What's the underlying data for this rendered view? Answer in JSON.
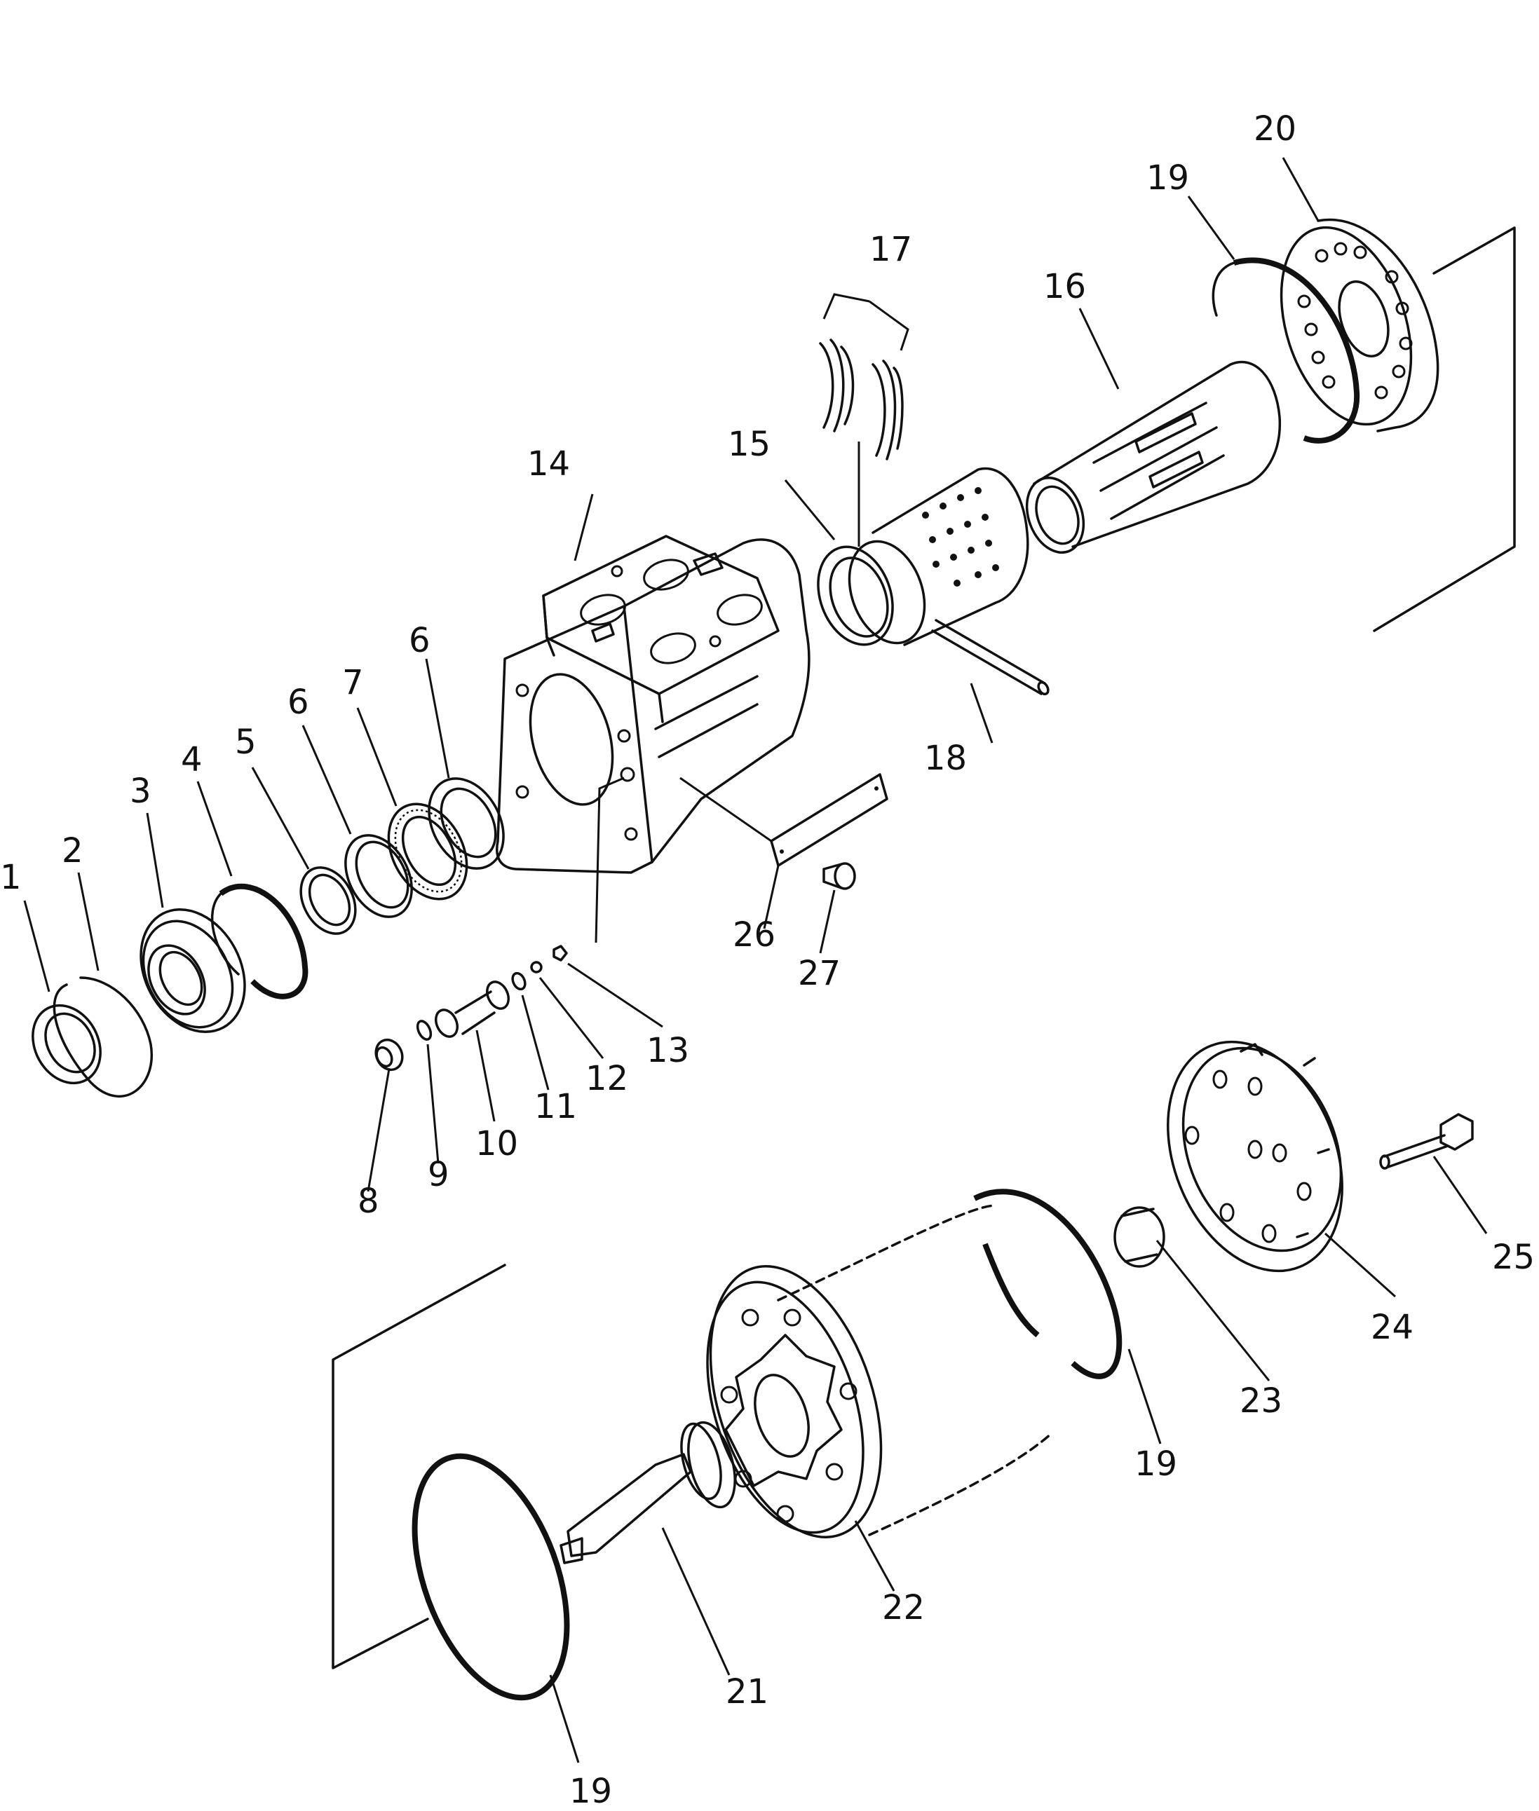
{
  "callouts": [
    {
      "key": "c1",
      "label": "1"
    },
    {
      "key": "c2",
      "label": "2"
    },
    {
      "key": "c3",
      "label": "3"
    },
    {
      "key": "c4",
      "label": "4"
    },
    {
      "key": "c5",
      "label": "5"
    },
    {
      "key": "c6a",
      "label": "6"
    },
    {
      "key": "c6b",
      "label": "6"
    },
    {
      "key": "c7",
      "label": "7"
    },
    {
      "key": "c8",
      "label": "8"
    },
    {
      "key": "c9",
      "label": "9"
    },
    {
      "key": "c10",
      "label": "10"
    },
    {
      "key": "c11",
      "label": "11"
    },
    {
      "key": "c12",
      "label": "12"
    },
    {
      "key": "c13",
      "label": "13"
    },
    {
      "key": "c14",
      "label": "14"
    },
    {
      "key": "c15",
      "label": "15"
    },
    {
      "key": "c16",
      "label": "16"
    },
    {
      "key": "c17",
      "label": "17"
    },
    {
      "key": "c18",
      "label": "18"
    },
    {
      "key": "c19a",
      "label": "19"
    },
    {
      "key": "c19b",
      "label": "19"
    },
    {
      "key": "c19c",
      "label": "19"
    },
    {
      "key": "c20",
      "label": "20"
    },
    {
      "key": "c21",
      "label": "21"
    },
    {
      "key": "c22",
      "label": "22"
    },
    {
      "key": "c23",
      "label": "23"
    },
    {
      "key": "c24",
      "label": "24"
    },
    {
      "key": "c25",
      "label": "25"
    },
    {
      "key": "c26",
      "label": "26"
    },
    {
      "key": "c27",
      "label": "27"
    }
  ]
}
